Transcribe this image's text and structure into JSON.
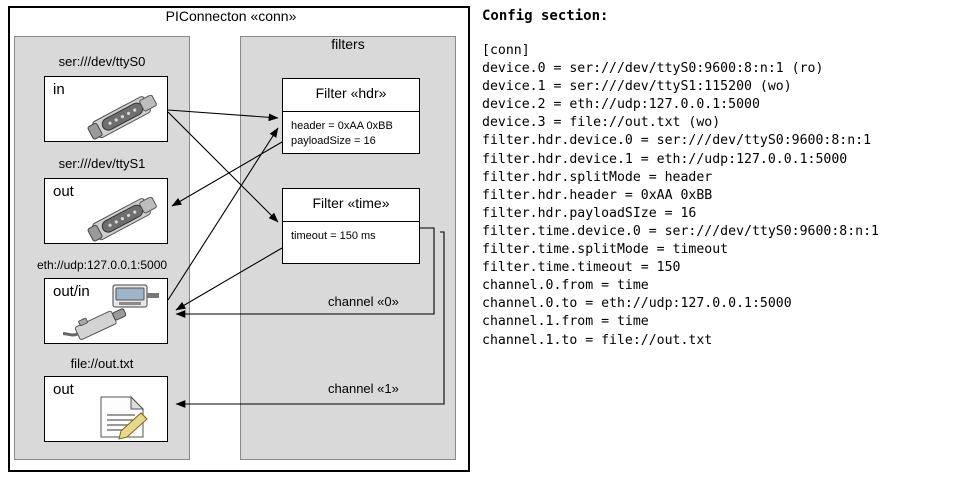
{
  "diagram": {
    "outer_title": "PIConnecton «conn»",
    "left_panel": {
      "devices": [
        {
          "label": "ser:///dev/ttyS0",
          "caption": "in",
          "icon": "serial-port-icon"
        },
        {
          "label": "ser:///dev/ttyS1",
          "caption": "out",
          "icon": "serial-port-icon"
        },
        {
          "label": "eth://udp:127.0.0.1:5000",
          "caption": "out/in",
          "icon": "network-plug-icon"
        },
        {
          "label": "file://out.txt",
          "caption": "out",
          "icon": "text-file-icon"
        }
      ]
    },
    "right_panel": {
      "title": "filters",
      "filters": [
        {
          "head": "Filter «hdr»",
          "lines": [
            "header = 0xAA 0xBB",
            "payloadSize = 16"
          ]
        },
        {
          "head": "Filter «time»",
          "lines": [
            "timeout = 150 ms"
          ]
        }
      ],
      "channels": [
        {
          "label": "channel «0»"
        },
        {
          "label": "channel «1»"
        }
      ]
    }
  },
  "config": {
    "title": "Config section:",
    "text": "[conn]\ndevice.0 = ser:///dev/ttyS0:9600:8:n:1 (ro)\ndevice.1 = ser:///dev/ttyS1:115200 (wo)\ndevice.2 = eth://udp:127.0.0.1:5000\ndevice.3 = file://out.txt (wo)\nfilter.hdr.device.0 = ser:///dev/ttyS0:9600:8:n:1\nfilter.hdr.device.1 = eth://udp:127.0.0.1:5000\nfilter.hdr.splitMode = header\nfilter.hdr.header = 0xAA 0xBB\nfilter.hdr.payloadSIze = 16\nfilter.time.device.0 = ser:///dev/ttyS0:9600:8:n:1\nfilter.time.splitMode = timeout\nfilter.time.timeout = 150\nchannel.0.from = time\nchannel.0.to = eth://udp:127.0.0.1:5000\nchannel.1.from = time\nchannel.1.to = file://out.txt"
  }
}
